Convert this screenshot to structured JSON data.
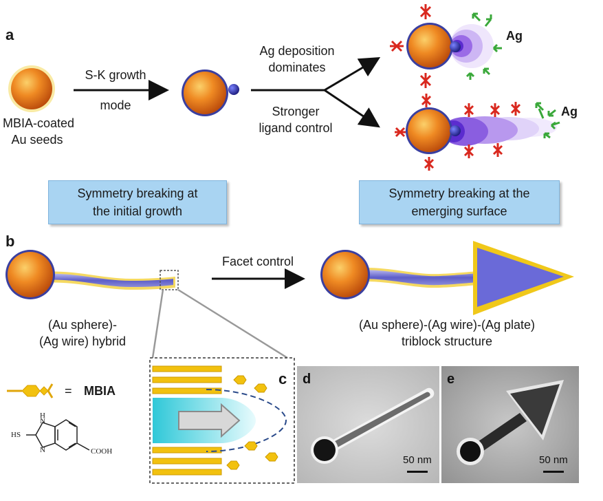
{
  "panels": {
    "a": "a",
    "b": "b",
    "c": "c",
    "d": "d",
    "e": "e"
  },
  "panel_a": {
    "seed_label_line1": "MBIA-coated",
    "seed_label_line2": "Au seeds",
    "arrow1_line1": "S-K growth",
    "arrow1_line2": "mode",
    "upper_branch_line1": "Ag deposition",
    "upper_branch_line2": "dominates",
    "lower_branch_line1": "Stronger",
    "lower_branch_line2": "ligand control",
    "ag_upper": "Ag",
    "ag_lower": "Ag",
    "box_left_line1": "Symmetry breaking at",
    "box_left_line2": "the initial growth",
    "box_right_line1": "Symmetry breaking at the",
    "box_right_line2": "emerging surface"
  },
  "panel_b": {
    "arrow_label": "Facet control",
    "left_line1": "(Au  sphere)-",
    "left_line2": "(Ag wire) hybrid",
    "right_line1": "(Au sphere)-(Ag wire)-(Ag plate)",
    "right_line2": "triblock structure"
  },
  "legend": {
    "equals": "=",
    "ligand_name": "MBIA",
    "hs": "HS",
    "h": "H",
    "n1": "N",
    "n2": "N",
    "cooh": "COOH"
  },
  "tem_d": {
    "scale": "50 nm"
  },
  "tem_e": {
    "scale": "50 nm"
  },
  "colors": {
    "gold_core": "#e8761c",
    "shell": "#3a3fa0",
    "label_box": "#a9d4f2",
    "ligand_yellow": "#f2c10f",
    "arrow_green": "#3aa83a",
    "ligand_red": "#d9281e"
  }
}
